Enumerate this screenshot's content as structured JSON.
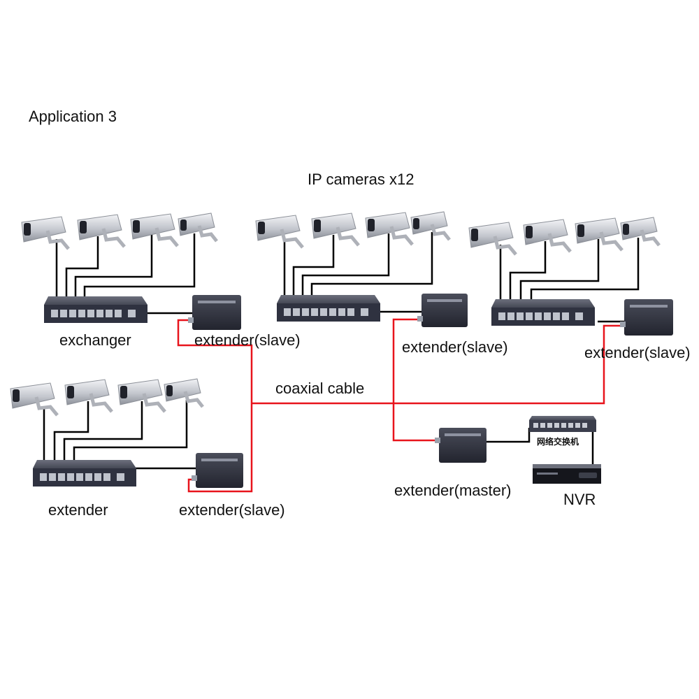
{
  "title": "Application 3",
  "cameras_caption": "IP cameras x12",
  "labels": {
    "exchanger": "exchanger",
    "extender": "extender",
    "slave1": "extender(slave)",
    "slave2": "extender(slave)",
    "slave3": "extender(slave)",
    "slave4": "extender(slave)",
    "master": "extender(master)",
    "coax": "coaxial cable",
    "nvr": "NVR",
    "switch_cn": "网络交换机"
  },
  "colors": {
    "coax": "#e8141c",
    "ethernet": "#000000",
    "device_body": "#2b2d3a",
    "camera_body": "#c9ccd3",
    "text": "#111111"
  },
  "icons": [
    "ip-camera-icon",
    "network-switch-icon",
    "extender-box-icon",
    "nvr-recorder-icon"
  ]
}
